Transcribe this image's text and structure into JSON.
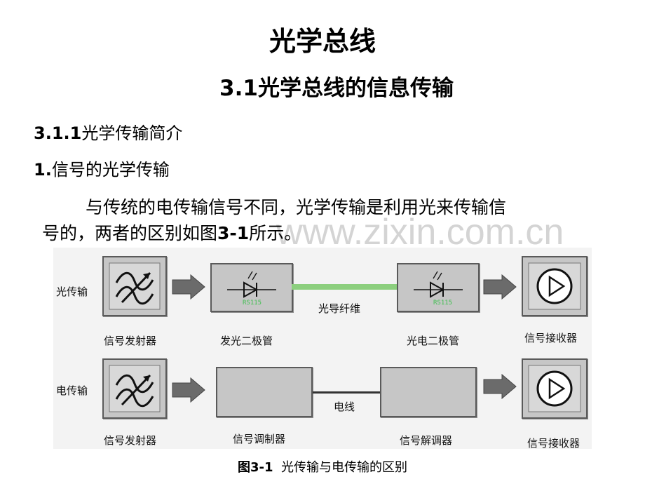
{
  "slide": {
    "title": "光学总线",
    "subtitle": "3.1光学总线的信息传输",
    "section_num": "3.1.1",
    "section_text": "光学传输简介",
    "item_num": "1.",
    "item_text": "信号的光学传输",
    "para_line1": "与传统的电传输信号不同，光学传输是利用光来传输信",
    "para_line2_a": "号的，两者的区别如图",
    "para_line2_b": "3-1",
    "para_line2_c": "所示。",
    "watermark": "www.zixin.com.cn"
  },
  "figure": {
    "optical": {
      "row_label": "光传输",
      "transmitter": "信号发射器",
      "led": "发光二极管",
      "fiber": "光导纤维",
      "photodiode": "光电二极管",
      "receiver": "信号接收器",
      "led_code": "RS115",
      "pd_code": "RS115"
    },
    "electrical": {
      "row_label": "电传输",
      "transmitter": "信号发射器",
      "modulator": "信号调制器",
      "wire": "电线",
      "demodulator": "信号解调器",
      "receiver": "信号接收器"
    },
    "caption_num": "图3-1",
    "caption_text": "光传输与电传输的区别"
  }
}
